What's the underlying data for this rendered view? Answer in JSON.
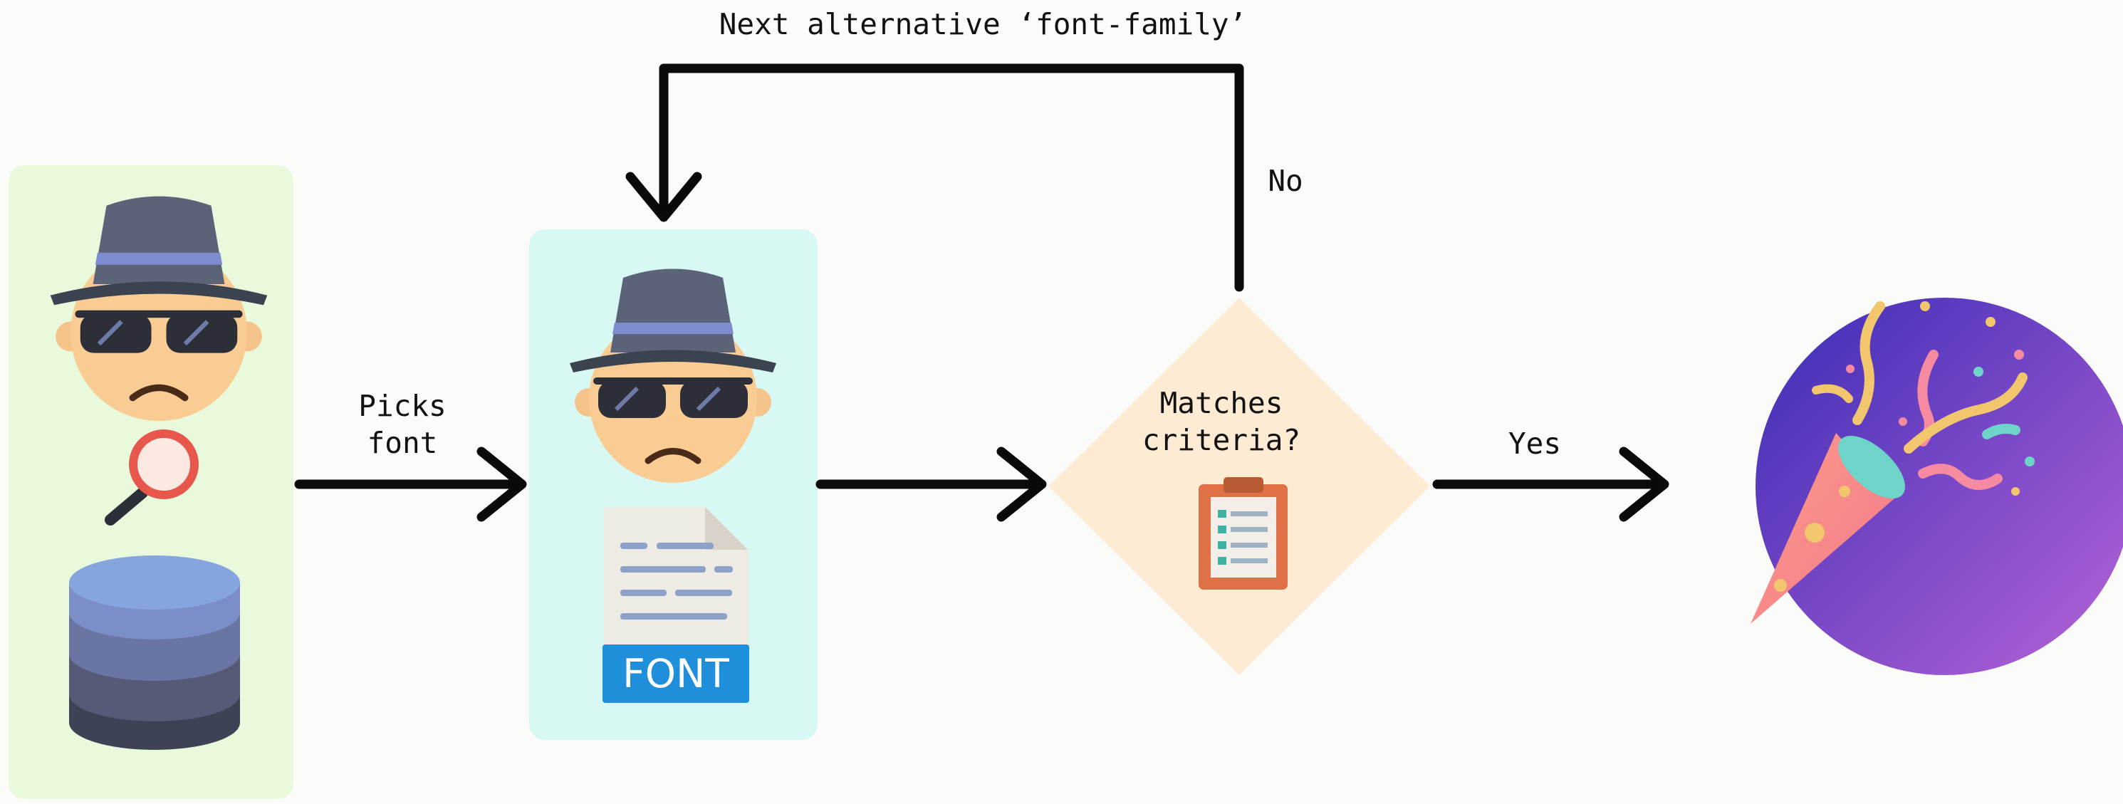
{
  "diagram": {
    "loop_label": "Next alternative ‘font-family’",
    "no_label": "No",
    "picks_label": "Picks\nfont",
    "decision_label": "Matches\ncriteria?",
    "yes_label": "Yes",
    "file_tag": "FONT"
  },
  "colors": {
    "panel_green": "#e8fadb",
    "panel_cyan": "#d8f8f4",
    "diamond": "#fdebd3",
    "badge_start": "#3d2fb8",
    "badge_end": "#b360d6",
    "font_tag": "#1f8fdc"
  },
  "icons": [
    "detective-icon",
    "magnifier-icon",
    "database-icon",
    "font-file-icon",
    "clipboard-icon",
    "party-popper-icon"
  ]
}
